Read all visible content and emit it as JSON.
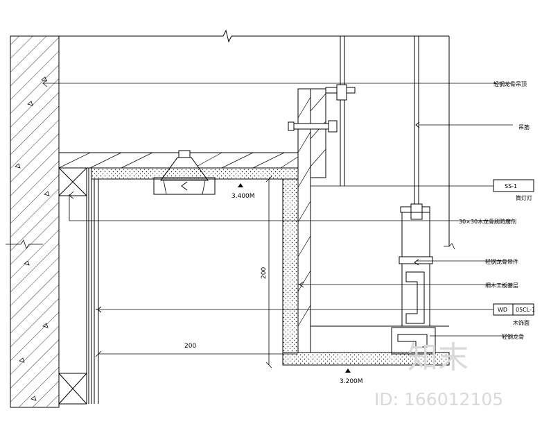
{
  "annotations": {
    "light_gauge_joist": "轻钢龙骨吊顶",
    "hanger_rod": "吊筋",
    "downlight": "筒灯灯",
    "downlight_tag": "SS-1",
    "wood_keel": "30×30木龙骨刷防腐剂",
    "steel_keel_hanger": "轻钢龙骨吊件",
    "wood_base_layer": "细木工板基层",
    "wood_finish_tag_left": "WD",
    "wood_finish_tag_right": "05CL-1",
    "wood_finish": "木饰面",
    "light_steel_keel": "轻钢龙骨"
  },
  "dimensions": {
    "elevation_upper": "3.400M",
    "elevation_lower": "3.200M",
    "vertical_dim": "200",
    "horizontal_dim": "200"
  },
  "watermark": {
    "brand": "知末",
    "id_text": "ID: 166012105"
  },
  "colors": {
    "line": "#000000",
    "watermark": "#d9d9d9"
  }
}
